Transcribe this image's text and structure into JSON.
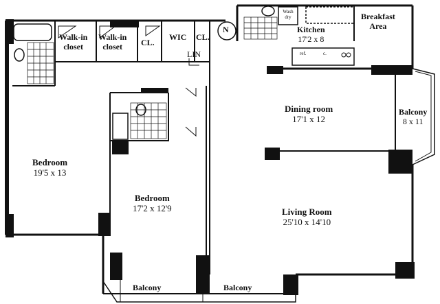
{
  "rooms": {
    "walk_in_closet_1": {
      "name": "Walk-in",
      "name2": "closet"
    },
    "walk_in_closet_2": {
      "name": "Walk-in",
      "name2": "closet"
    },
    "closet_1": {
      "name": "CL."
    },
    "wic": {
      "name": "WIC"
    },
    "closet_2": {
      "name": "CL."
    },
    "linen": {
      "name": "LIN"
    },
    "kitchen": {
      "name": "Kitchen",
      "dim": "17'2 x 8"
    },
    "breakfast": {
      "name": "Breakfast",
      "name2": "Area"
    },
    "dining": {
      "name": "Dining room",
      "dim": "17'1 x 12"
    },
    "balcony_right": {
      "name": "Balcony",
      "dim": "8 x 11"
    },
    "bedroom_1": {
      "name": "Bedroom",
      "dim": "19'5 x 13"
    },
    "bedroom_2": {
      "name": "Bedroom",
      "dim": "17'2 x 12'9"
    },
    "living": {
      "name": "Living Room",
      "dim": "25'10 x 14'10"
    },
    "balcony_left": {
      "name": "Balcony"
    },
    "balcony_mid": {
      "name": "Balcony"
    }
  },
  "compass": {
    "label": "N"
  },
  "appliances": {
    "washer_dryer": "Wash dry",
    "refrigerator": "ref.",
    "cabinet": "c."
  }
}
